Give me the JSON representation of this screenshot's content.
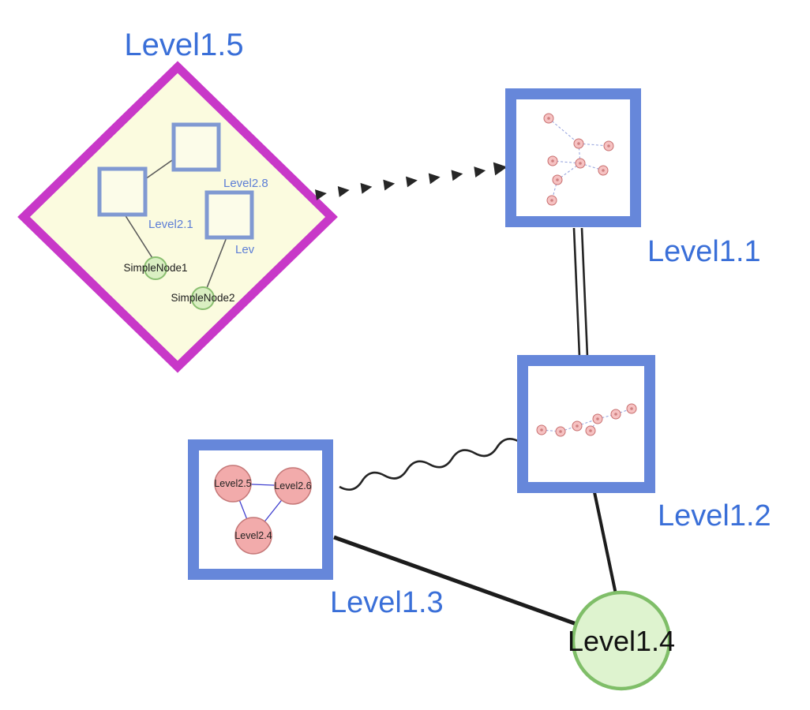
{
  "colors": {
    "background": "#ffffff",
    "group_border_magenta": "#c838c8",
    "group_fill_yellow": "#fbfbdf",
    "node_border_blue": "#6687da",
    "inner_square_border_blue": "#8099d2",
    "label_blue": "#3a6fd8",
    "green_fill": "#def3cf",
    "green_border": "#7fbe68",
    "pink_fill": "#f2abab",
    "pink_border": "#c57878",
    "edge_black": "#1c1c1c",
    "preview_edge_blue": "#92a0dd",
    "triangle_edge_blue": "#4040cf"
  },
  "diagram": {
    "group_level15": {
      "label": "Level1.5",
      "shape": "diamond",
      "squares": [
        {
          "label": "Level2.8"
        },
        {
          "label": "Level2.1"
        },
        {
          "label": "Lev"
        }
      ],
      "simple_nodes": [
        {
          "label": "SimpleNode1"
        },
        {
          "label": "SimpleNode2"
        }
      ]
    },
    "node_level11": {
      "label": "Level1.1",
      "shape": "square",
      "content": "nested graph preview",
      "preview_node_count": 8
    },
    "node_level12": {
      "label": "Level1.2",
      "shape": "square",
      "content": "nested graph preview",
      "preview_node_count": 7
    },
    "node_level13": {
      "label": "Level1.3",
      "shape": "square",
      "children": [
        {
          "label": "Level2.5"
        },
        {
          "label": "Level2.6"
        },
        {
          "label": "Level2.4"
        }
      ]
    },
    "node_level14": {
      "label": "Level1.4",
      "shape": "circle"
    },
    "edges": [
      {
        "from": "Level1.5",
        "to": "Level1.1",
        "style": "bold-dashed-arrow"
      },
      {
        "from": "Level1.1",
        "to": "Level1.2",
        "style": "double-line"
      },
      {
        "from": "Level1.3",
        "to": "Level1.2",
        "style": "wavy"
      },
      {
        "from": "Level1.3",
        "to": "Level1.4",
        "style": "solid"
      },
      {
        "from": "Level1.2",
        "to": "Level1.4",
        "style": "solid"
      }
    ]
  }
}
